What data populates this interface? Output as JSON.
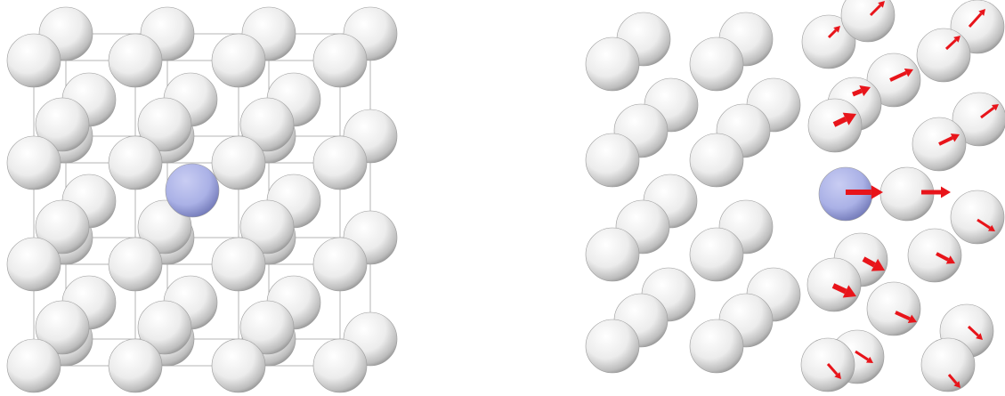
{
  "colors": {
    "background": "#ffffff",
    "host_atom": "#f2f2f2",
    "host_atom_shade": "#8a8a8a",
    "impurity_atom": "#aab1e6",
    "impurity_atom_shade": "#6c73b3",
    "displacement_arrow": "#e8141a",
    "cell_edge": "#b5b5b5"
  },
  "panels": [
    {
      "id": "perfect-fcc-supercell",
      "title": "",
      "atom_species": [
        "host-atom",
        "impurity-atom"
      ],
      "shows_cell_edges": true,
      "shows_displacements": false
    },
    {
      "id": "relaxed-structure-displacements",
      "title": "",
      "atom_species": [
        "host-atom",
        "impurity-atom"
      ],
      "shows_cell_edges": false,
      "shows_displacements": true
    }
  ]
}
